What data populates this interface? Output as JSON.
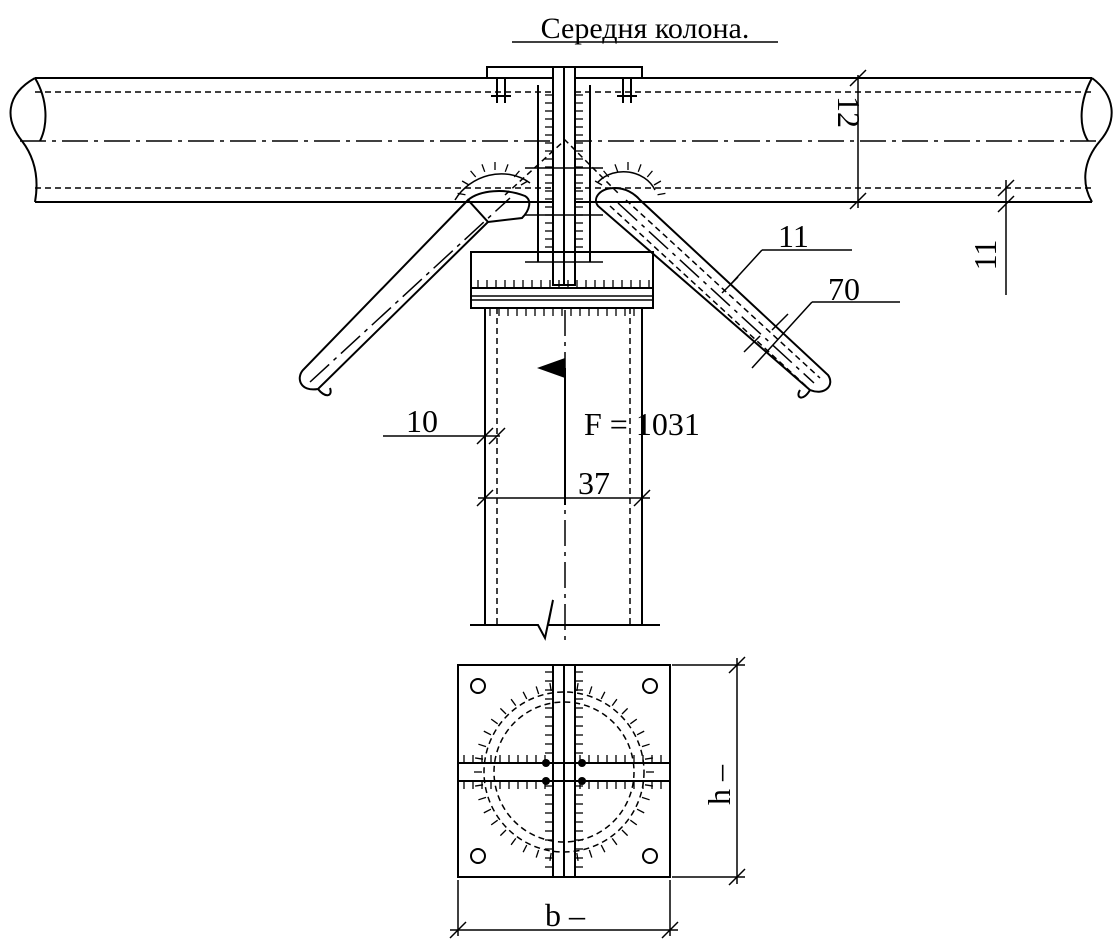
{
  "title": "Середня колона.",
  "labels": {
    "chord_height": "12",
    "flange_thickness": "11",
    "brace_wall": "11",
    "brace_diameter": "70",
    "column_wall": "10",
    "force": "F = 1031",
    "column_width": "37",
    "plate_height": "h –",
    "plate_width": "b –"
  }
}
